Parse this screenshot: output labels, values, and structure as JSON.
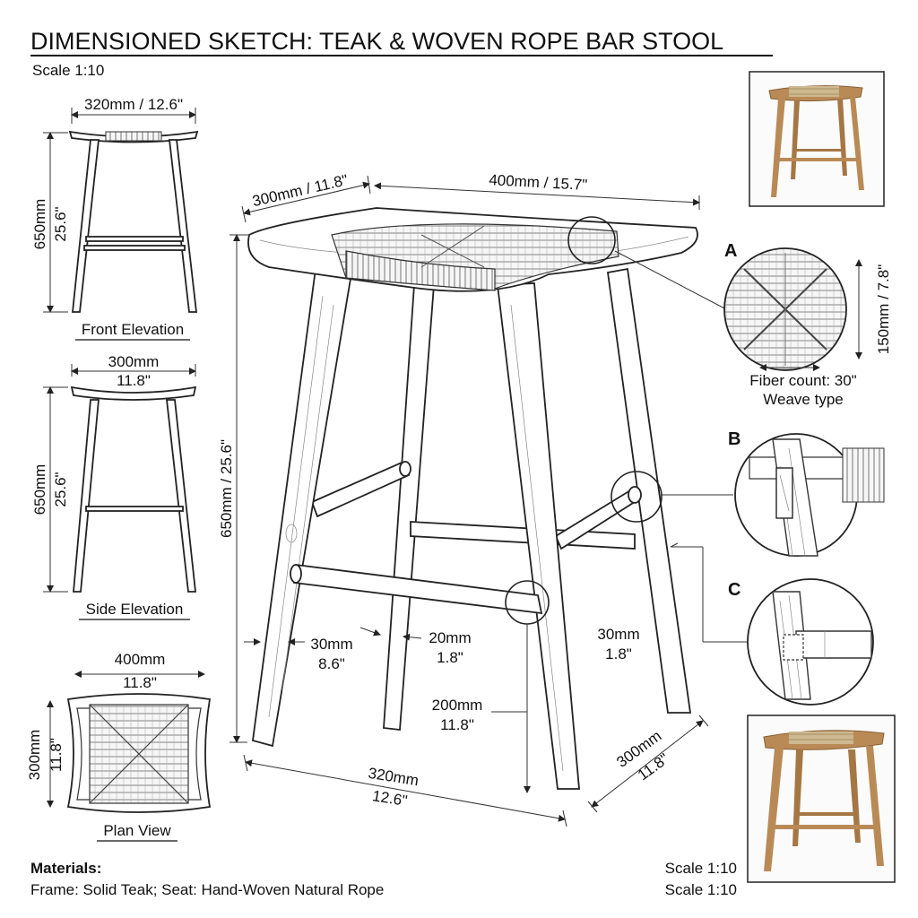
{
  "title": "DIMENSIONED SKETCH: TEAK & WOVEN ROPE BAR STOOL",
  "scale_top": "Scale 1:10",
  "front": {
    "width": "320mm / 12.6\"",
    "height_mm": "650mm",
    "height_in": "25.6\"",
    "label": "Front Elevation"
  },
  "side": {
    "width_mm": "300mm",
    "width_in": "11.8\"",
    "height_mm": "650mm",
    "height_in": "25.6\"",
    "label": "Side Elevation"
  },
  "plan": {
    "width_mm": "400mm",
    "width_in": "11.8\"",
    "depth_mm": "300mm",
    "depth_in": "11.8\"",
    "label": "Plan View"
  },
  "main": {
    "depth": "300mm / 11.8\"",
    "width": "400mm / 15.7\"",
    "height": "650mm / 25.6\"",
    "leg_a_mm": "30mm",
    "leg_a_in": "8.6\"",
    "leg_b_mm": "20mm",
    "leg_b_in": "1.8\"",
    "leg_c_mm": "30mm",
    "leg_c_in": "1.8\"",
    "rung_mm": "200mm",
    "rung_in": "11.8\"",
    "base_w_mm": "320mm",
    "base_w_in": "12.6\"",
    "base_d_mm": "300mm",
    "base_d_in": "11.8\""
  },
  "details": {
    "a_letter": "A",
    "a_height": "150mm / 7.8\"",
    "a_caption1": "Fiber count: 30\"",
    "a_caption2": "Weave type",
    "b_letter": "B",
    "c_letter": "C"
  },
  "materials": {
    "heading": "Materials:",
    "line": "Frame: Solid Teak; Seat: Hand-Woven Natural Rope"
  },
  "scale_bottom_1": "Scale 1:10",
  "scale_bottom_2": "Scale 1:10",
  "colors": {
    "teak": "#b98a56",
    "teak_dark": "#8a5f33",
    "rope": "#c9b48e",
    "ink": "#222222"
  }
}
